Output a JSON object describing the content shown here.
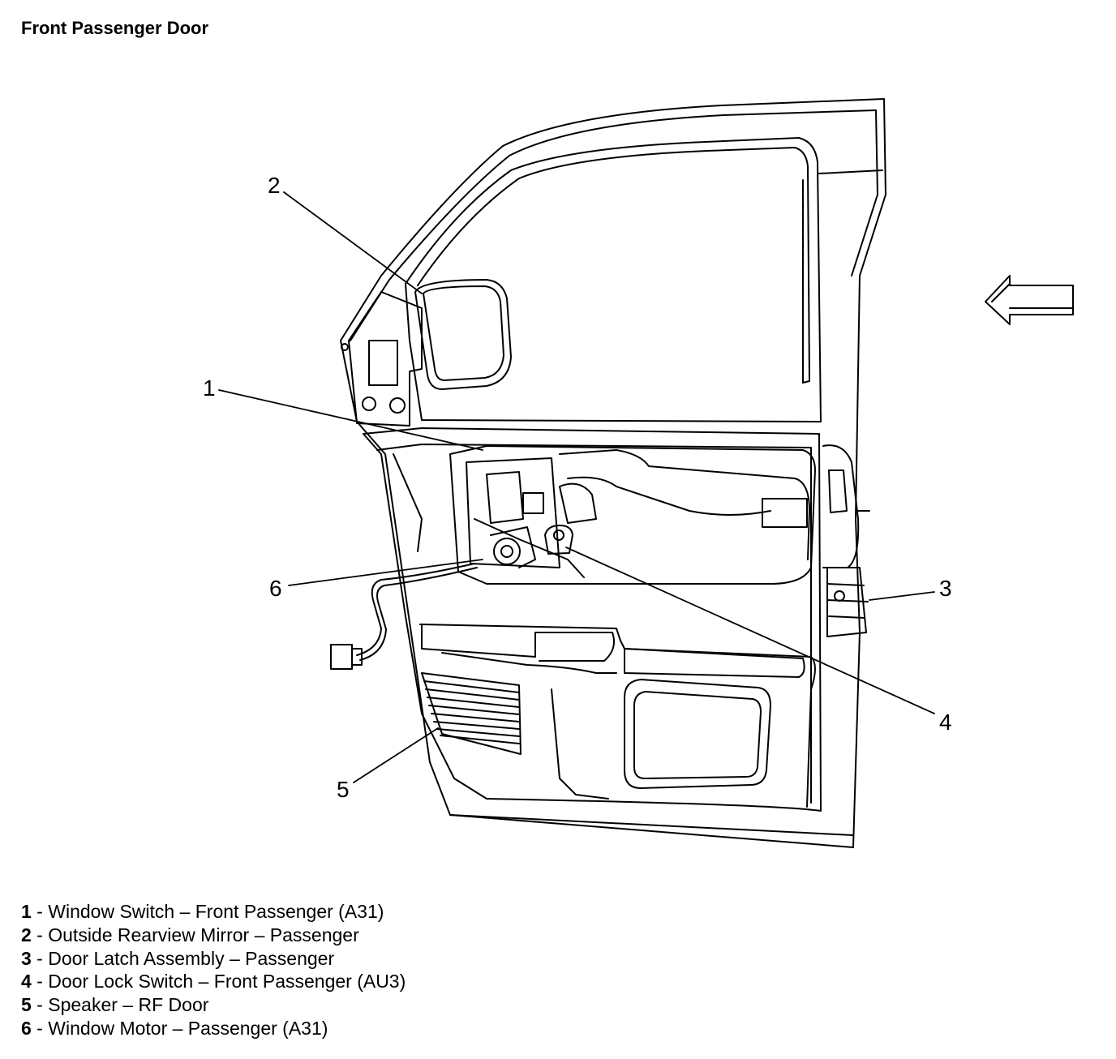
{
  "title": "Front Passenger Door",
  "callouts": [
    {
      "number": "1",
      "label": "Window Switch – Front Passenger (A31)"
    },
    {
      "number": "2",
      "label": "Outside Rearview Mirror – Passenger"
    },
    {
      "number": "3",
      "label": "Door Latch Assembly – Passenger"
    },
    {
      "number": "4",
      "label": "Door Lock Switch – Front Passenger (AU3)"
    },
    {
      "number": "5",
      "label": "Speaker – RF Door"
    },
    {
      "number": "6",
      "label": "Window Motor – Passenger (A31)"
    }
  ],
  "separator": " - ",
  "icons": {
    "direction_arrow": "left-arrow-icon"
  }
}
